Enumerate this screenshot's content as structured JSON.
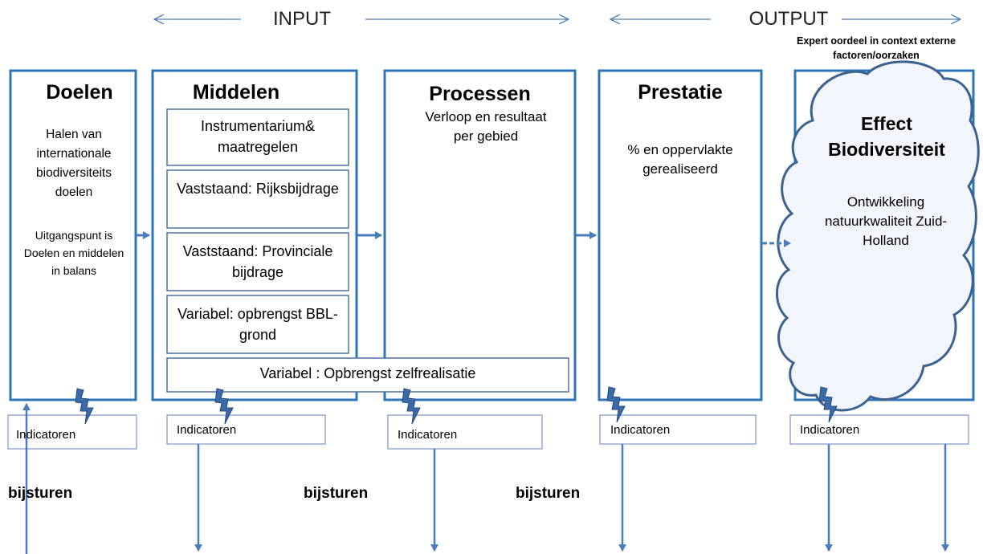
{
  "header": {
    "input_label": "INPUT",
    "output_label": "OUTPUT"
  },
  "cloud_note": "Expert oordeel in context externe factoren/oorzaken",
  "columns": {
    "doelen": {
      "title": "Doelen",
      "text1": "Halen van internationale biodiversiteits doelen",
      "text2": "Uitgangspunt is Doelen en middelen in balans"
    },
    "middelen": {
      "title": "Middelen",
      "boxes": [
        "Instrumentarium& maatregelen",
        "Vaststaand: Rijksbijdrage",
        "Vaststaand: Provinciale bijdrage",
        "Variabel: opbrengst BBL-grond"
      ],
      "wide_box": "Variabel : Opbrengst zelfrealisatie"
    },
    "processen": {
      "title": "Processen",
      "text": "Verloop en resultaat per gebied"
    },
    "prestatie": {
      "title": "Prestatie",
      "text": "% en oppervlakte gerealiseerd"
    },
    "effect": {
      "title": "Effect Biodiversiteit",
      "text": "Ontwikkeling natuurkwaliteit Zuid-Holland"
    }
  },
  "indicators": [
    "Indicatoren",
    "Indicatoren",
    "Indicatoren",
    "Indicatoren",
    "Indicatoren"
  ],
  "steer_labels": [
    "bijsturen",
    "bijsturen",
    "bijsturen"
  ],
  "colors": {
    "box_border": "#2e75b6",
    "arrow": "#4a7ebb",
    "thin_border": "#4f6fa8",
    "cloud_border": "#3c6291",
    "bolt": "#3b6aa8"
  }
}
